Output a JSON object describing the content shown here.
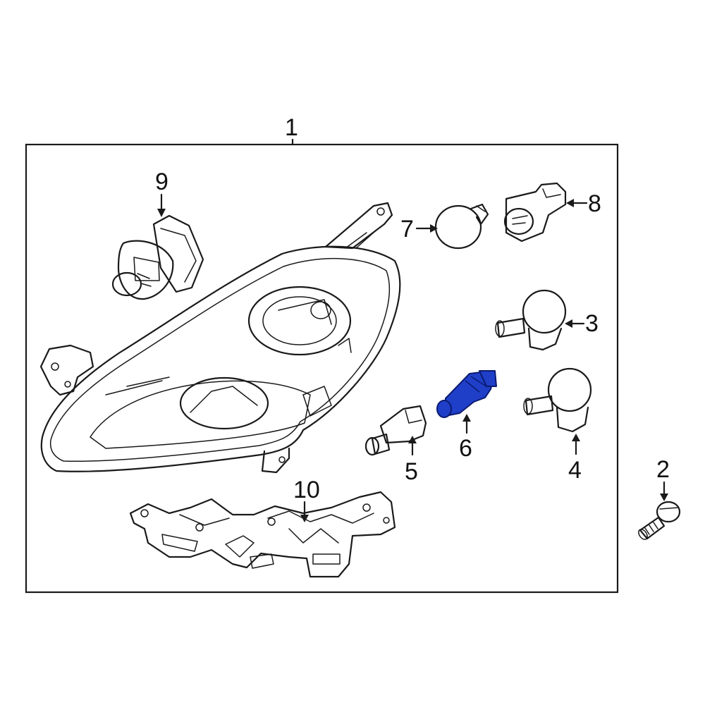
{
  "callouts": {
    "c1": "1",
    "c2": "2",
    "c3": "3",
    "c4": "4",
    "c5": "5",
    "c6": "6",
    "c7": "7",
    "c8": "8",
    "c9": "9",
    "c10": "10"
  },
  "colors": {
    "line": "#1a1a1a",
    "highlight_fill": "#1f3fc8",
    "highlight_stroke": "#0a1a70",
    "background": "#ffffff"
  },
  "highlighted_part": "6"
}
